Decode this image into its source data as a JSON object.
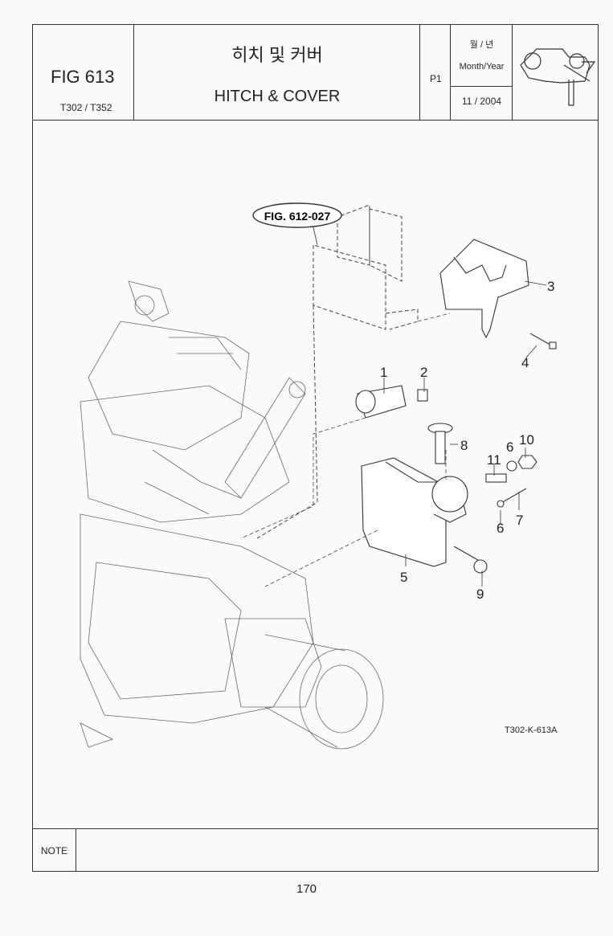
{
  "header": {
    "fig_number": "FIG 613",
    "models": "T302 / T352",
    "title_ko": "히치 및 커버",
    "title_en": "HITCH & COVER",
    "page_code": "P1",
    "date_label_ko": "월 / 년",
    "date_label_en": "Month/Year",
    "date_value": "11 / 2004"
  },
  "diagram": {
    "reference_figure": "FIG. 612-027",
    "drawing_code": "T302-K-613A",
    "callouts": [
      "1",
      "2",
      "3",
      "4",
      "5",
      "6",
      "6",
      "7",
      "8",
      "9",
      "10",
      "11"
    ]
  },
  "footer": {
    "note_label": "NOTE",
    "page_number": "170"
  },
  "colors": {
    "line": "#333333",
    "paper": "#fafaf8"
  }
}
